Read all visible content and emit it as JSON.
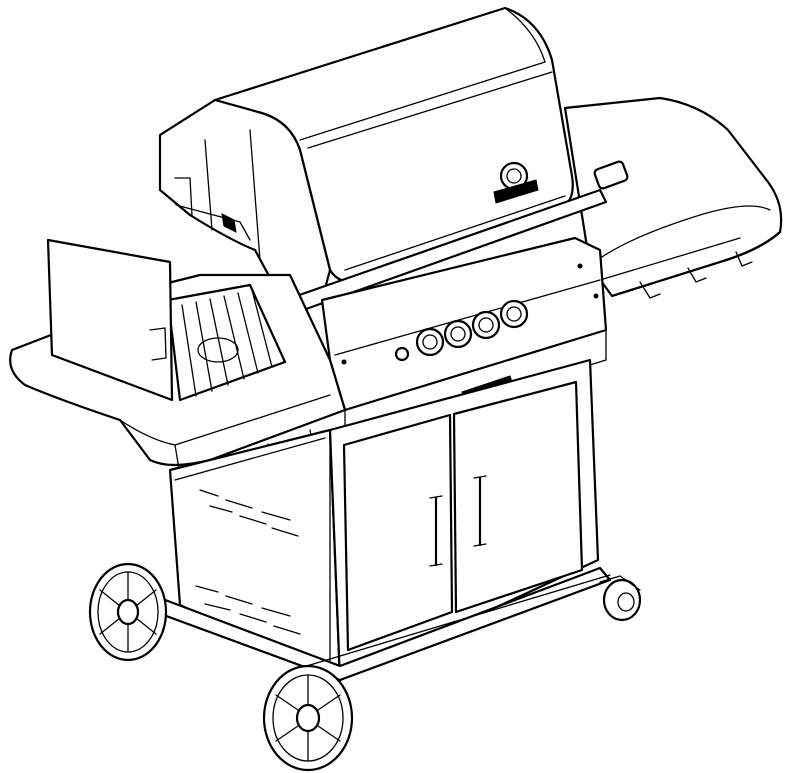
{
  "illustration": {
    "subject": "gas-grill",
    "style": "black-and-white line drawing",
    "colors": {
      "line": "#000000",
      "background": "#ffffff"
    },
    "control_knob_count": 4,
    "door_count": 2,
    "wheel_count": 2,
    "caster_count": 1
  }
}
